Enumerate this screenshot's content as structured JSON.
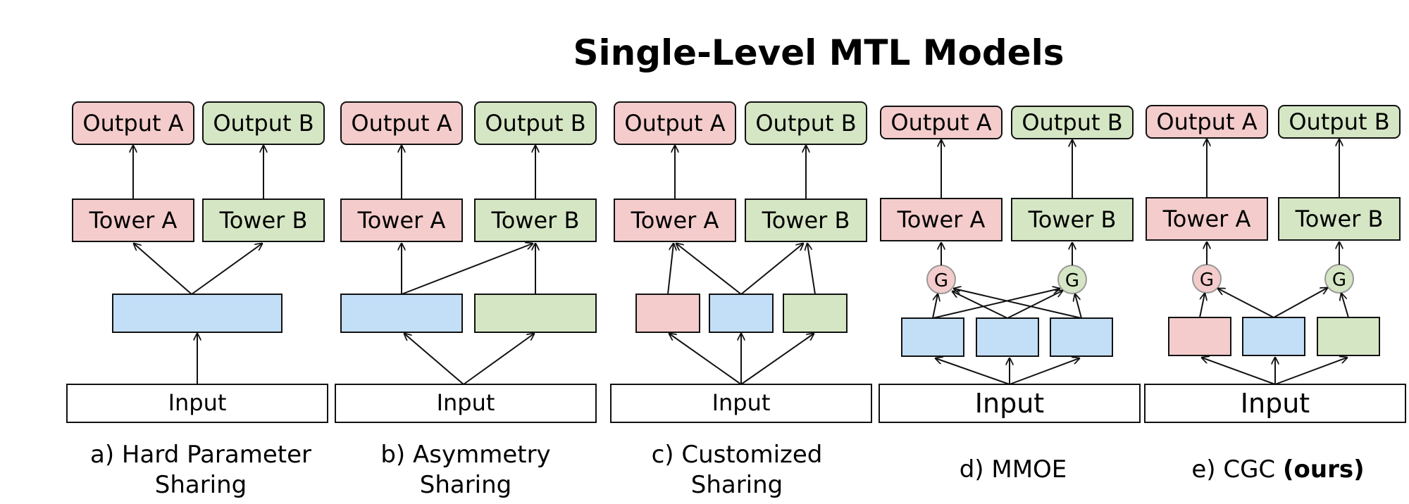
{
  "title": "Single-Level MTL Models",
  "colors": {
    "output_a": "#f4cccc",
    "output_b": "#d5e6c4",
    "expert_shared": "#c3def7",
    "expert_a": "#f4cccc",
    "expert_b": "#d5e6c4",
    "stroke": "#111111"
  },
  "common": {
    "output_a": "Output A",
    "output_b": "Output B",
    "tower_a": "Tower A",
    "tower_b": "Tower B",
    "input": "Input",
    "gate": "G"
  },
  "panels": [
    {
      "caption_line1": "a) Hard Parameter",
      "caption_line2": "Sharing"
    },
    {
      "caption_line1": "b) Asymmetry",
      "caption_line2": "Sharing"
    },
    {
      "caption_line1": "c) Customized",
      "caption_line2": "Sharing"
    },
    {
      "caption_line1": "d) MMOE",
      "caption_line2": ""
    },
    {
      "caption_prefix": "e) CGC ",
      "caption_bold": "(ours)"
    }
  ]
}
